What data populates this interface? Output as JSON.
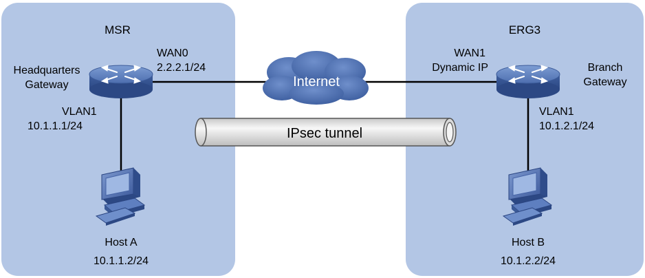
{
  "sites": {
    "headquarters": {
      "site_name": "MSR",
      "router_label_line1": "Headquarters",
      "router_label_line2": "Gateway",
      "wan_interface": "WAN0",
      "wan_ip": "2.2.2.1/24",
      "lan_interface": "VLAN1",
      "lan_ip": "10.1.1.1/24",
      "host_name": "Host A",
      "host_ip": "10.1.1.2/24"
    },
    "branch": {
      "site_name": "ERG3",
      "router_label_line1": "Branch",
      "router_label_line2": "Gateway",
      "wan_interface": "WAN1",
      "wan_ip": "Dynamic IP",
      "lan_interface": "VLAN1",
      "lan_ip": "10.1.2.1/24",
      "host_name": "Host B",
      "host_ip": "10.1.2.2/24"
    }
  },
  "internet_label": "Internet",
  "tunnel_label": "IPsec tunnel",
  "colors": {
    "site_background": "#b3c6e5",
    "cloud": "#4466a8",
    "router_body": "#5878b2",
    "tunnel": "#e6e6e6",
    "host": "#3a5aa0"
  },
  "icons": {
    "router": "router-icon",
    "cloud": "internet-cloud-icon",
    "host": "desktop-computer-icon",
    "tunnel": "tunnel-pipe-icon"
  }
}
